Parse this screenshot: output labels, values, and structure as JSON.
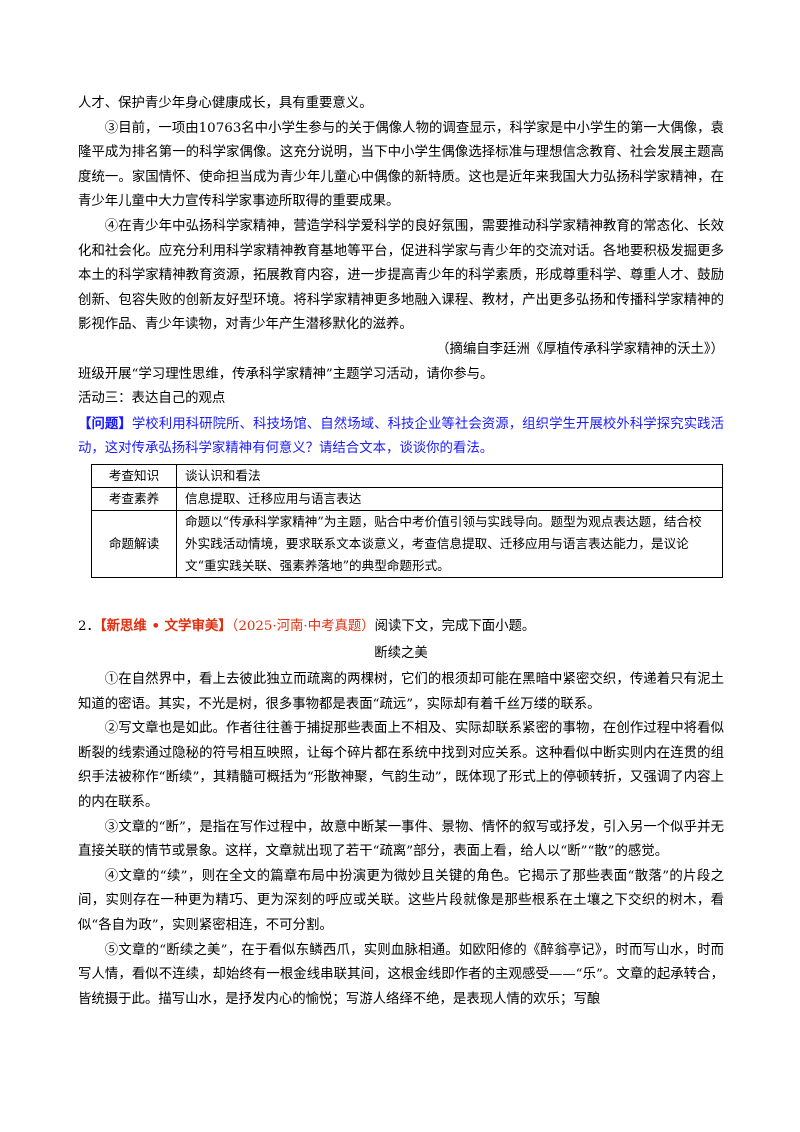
{
  "passage1": {
    "p0": "人才、保护青少年身心健康成长，具有重要意义。",
    "p3": "③目前，一项由10763名中小学生参与的关于偶像人物的调查显示，科学家是中小学生的第一大偶像，袁隆平成为排名第一的科学家偶像。这充分说明，当下中小学生偶像选择标准与理想信念教育、社会发展主题高度统一。家国情怀、使命担当成为青少年儿童心中偶像的新特质。这也是近年来我国大力弘扬科学家精神，在青少年儿童中大力宣传科学家事迹所取得的重要成果。",
    "p4": "④在青少年中弘扬科学家精神，营造学科学爱科学的良好氛围，需要推动科学家精神教育的常态化、长效化和社会化。应充分利用科学家精神教育基地等平台，促进科学家与青少年的交流对话。各地要积极发掘更多本土的科学家精神教育资源，拓展教育内容，进一步提高青少年的科学素质，形成尊重科学、尊重人才、鼓励创新、包容失败的创新友好型环境。将科学家精神更多地融入课程、教材，产出更多弘扬和传播科学家精神的影视作品、青少年读物，对青少年产生潜移默化的滋养。",
    "source": "（摘编自李廷洲《厚植传承科学家精神的沃土》）",
    "activity_intro": "班级开展“学习理性思维，传承科学家精神”主题学习活动，请你参与。",
    "activity3": "活动三：表达自己的观点",
    "question_tag": "【问题】",
    "question_text": "学校利用科研院所、科技场馆、自然场域、科技企业等社会资源，组织学生开展校外科学探究实践活动，这对传承弘扬科学家精神有何意义？请结合文本，谈谈你的看法。"
  },
  "table": {
    "rows": [
      {
        "head": "考查知识",
        "body": "谈认识和看法"
      },
      {
        "head": "考查素养",
        "body": "信息提取、迁移应用与语言表达"
      },
      {
        "head": "命题解读",
        "body": "命题以“传承科学家精神”为主题，贴合中考价值引领与实践导向。题型为观点表达题，结合校外实践活动情境，要求联系文本谈意义，考查信息提取、迁移应用与语言表达能力，是议论文“重实践关联、强素养落地”的典型命题形式。"
      }
    ]
  },
  "question2": {
    "number": "2．",
    "tag": "【新思维 • 文学审美】",
    "source": "（2025·河南·中考真题）",
    "instruction": "阅读下文，完成下面小题。",
    "title": "断续之美",
    "p1": "①在自然界中，看上去彼此独立而疏离的两棵树，它们的根须却可能在黑暗中紧密交织，传递着只有泥土知道的密语。其实，不光是树，很多事物都是表面“疏远”，实际却有着千丝万缕的联系。",
    "p2": "②写文章也是如此。作者往往善于捕捉那些表面上不相及、实际却联系紧密的事物，在创作过程中将看似断裂的线索通过隐秘的符号相互映照，让每个碎片都在系统中找到对应关系。这种看似中断实则内在连贯的组织手法被称作“断续”，其精髓可概括为“形散神聚，气韵生动”，既体现了形式上的停顿转折，又强调了内容上的内在联系。",
    "p3": "③文章的“断”，是指在写作过程中，故意中断某一事件、景物、情怀的叙写或抒发，引入另一个似乎并无直接关联的情节或景象。这样，文章就出现了若干“疏离”部分，表面上看，给人以“断”“散”的感觉。",
    "p4": "④文章的“续”，则在全文的篇章布局中扮演更为微妙且关键的角色。它揭示了那些表面“散落”的片段之间，实则存在一种更为精巧、更为深刻的呼应或关联。这些片段就像是那些根系在土壤之下交织的树木，看似“各自为政”，实则紧密相连，不可分割。",
    "p5": "⑤文章的“断续之美”，在于看似东鳞西爪，实则血脉相通。如欧阳修的《醉翁亭记》，时而写山水，时而写人情，看似不连续，却始终有一根金线串联其间，这根金线即作者的主观感受——“乐”。文章的起承转合，皆统摄于此。描写山水，是抒发内心的愉悦；写游人络绎不绝，是表现人情的欢乐；写酿"
  }
}
